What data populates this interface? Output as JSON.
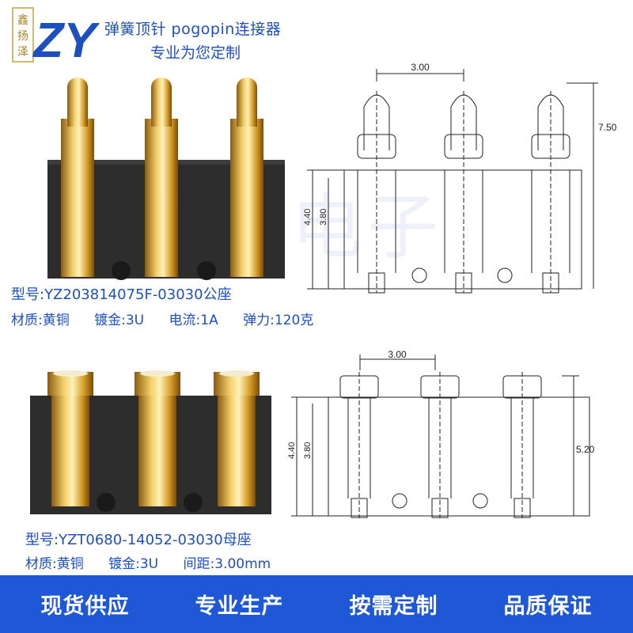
{
  "logo": {
    "chars": [
      "鑫",
      "扬",
      "泽"
    ],
    "mark": "ZY"
  },
  "header": {
    "title1": "弹簧顶针  pogopin连接器",
    "title2": "专业为您定制"
  },
  "watermark": "鑫扬泽电子",
  "product_male": {
    "model": "型号:YZ203814075F-03030公座",
    "specs": [
      "材质:黄铜",
      "镀金:3U",
      "电流:1A",
      "弹力:120克"
    ],
    "dims": {
      "pitch": "3.00",
      "height": "7.50",
      "body": "4.40",
      "inner": "3.80"
    }
  },
  "product_female": {
    "model": "型号:YZT0680-14052-03030母座",
    "specs": [
      "材质:黄铜",
      "镀金:3U",
      "间距:3.00mm"
    ],
    "dims": {
      "pitch": "3.00",
      "height": "5.20",
      "body": "4.40",
      "inner": "3.80"
    }
  },
  "bottom_bar": {
    "items": [
      "现货供应",
      "专业生产",
      "按需定制",
      "品质保证"
    ]
  },
  "colors": {
    "brand_blue": "#1e4fc0",
    "bar_blue": "#1e58d6",
    "gold": "#d9a42a",
    "housing": "#2b2b2b"
  }
}
